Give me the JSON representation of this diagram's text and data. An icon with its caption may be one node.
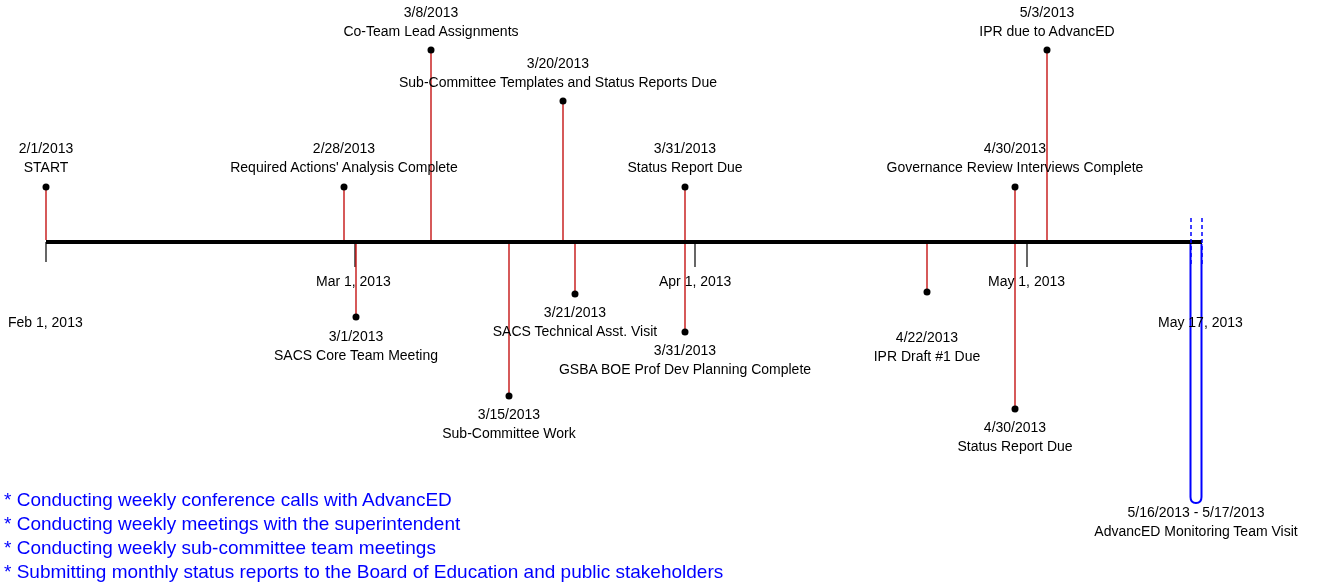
{
  "diagram": {
    "nodes": [
      {
        "text": [
          "2/1/2013",
          "START"
        ]
      },
      {
        "text": [
          "2/28/2013",
          "Required Actions' Analysis Complete"
        ]
      },
      {
        "text": [
          "3/8/2013",
          "Co-Team Lead Assignments"
        ]
      },
      {
        "text": [
          "3/20/2013",
          "Sub-Committee Templates and Status Reports Due"
        ]
      },
      {
        "text": [
          "3/31/2013",
          "Status Report Due"
        ]
      },
      {
        "text": [
          "4/30/2013",
          "Governance Review Interviews Complete"
        ]
      },
      {
        "text": [
          "5/3/2013",
          "IPR due to AdvancED"
        ]
      },
      {
        "text": [
          "3/1/2013",
          "SACS Core Team Meeting"
        ]
      },
      {
        "text": [
          "3/15/2013",
          "Sub-Committee Work"
        ]
      },
      {
        "text": [
          "3/21/2013",
          "SACS Technical Asst. Visit"
        ]
      },
      {
        "text": [
          "3/31/2013",
          "GSBA BOE Prof Dev Planning Complete"
        ]
      },
      {
        "text": [
          "4/22/2013",
          "IPR Draft #1 Due"
        ]
      },
      {
        "text": [
          "4/30/2013",
          "Status Report Due"
        ]
      },
      {
        "text": [
          "5/16/2013 - 5/17/2013",
          "AdvancED Monitoring Team Visit"
        ]
      },
      {
        "text": [],
        "shape": "bar"
      }
    ],
    "edges": [
      {
        "from": 0,
        "to": 14,
        "arrow": "other"
      },
      {
        "from": 1,
        "to": 14,
        "arrow": "other"
      },
      {
        "from": 2,
        "to": 14,
        "arrow": "other"
      },
      {
        "from": 3,
        "to": 14,
        "arrow": "other"
      },
      {
        "from": 4,
        "to": 14,
        "arrow": "other"
      },
      {
        "from": 5,
        "to": 14,
        "arrow": "other"
      },
      {
        "from": 6,
        "to": 14,
        "arrow": "other"
      },
      {
        "from": 7,
        "to": 14,
        "arrow": "other"
      },
      {
        "from": 8,
        "to": 14,
        "arrow": "other"
      },
      {
        "from": 9,
        "to": 14,
        "arrow": "other"
      },
      {
        "from": 10,
        "to": 14,
        "arrow": "other"
      },
      {
        "from": 11,
        "to": 14,
        "arrow": "other"
      },
      {
        "from": 12,
        "to": 14,
        "arrow": "other"
      },
      {
        "from": 14,
        "to": 13,
        "arrow": "none",
        "color": "#0000ff"
      }
    ],
    "labels": [
      "Feb 1, 2013",
      "Mar 1, 2013",
      "Apr 1, 2013",
      "May 1, 2013",
      "May 17, 2013",
      "* Conducting weekly conference calls with AdvancED",
      "* Conducting weekly meetings with the superintendent",
      "* Conducting weekly sub-committee team meetings",
      "* Submitting monthly status reports to the Board of Education and public stakeholders"
    ]
  }
}
